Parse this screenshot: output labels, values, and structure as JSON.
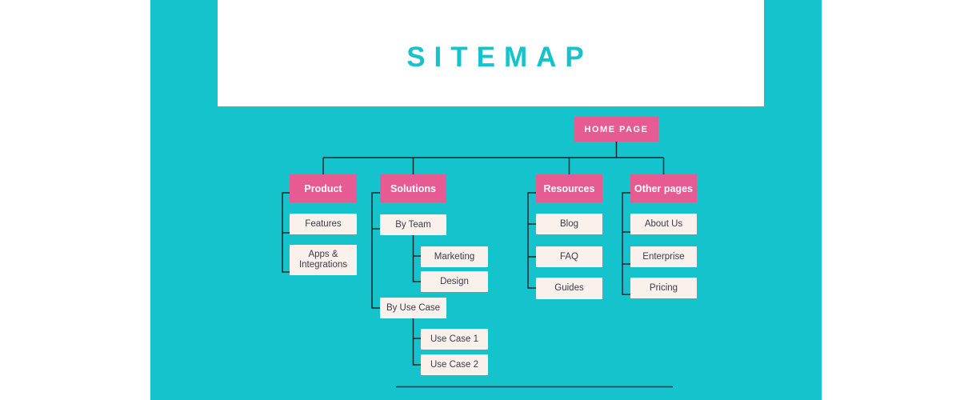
{
  "header": {
    "title": "SITEMAP"
  },
  "sitemap": {
    "root": {
      "label": "HOME PAGE"
    },
    "branches": [
      {
        "label": "Product",
        "children": [
          {
            "label": "Features"
          },
          {
            "label": "Apps & Integrations"
          }
        ]
      },
      {
        "label": "Solutions",
        "children": [
          {
            "label": "By Team",
            "children": [
              {
                "label": "Marketing"
              },
              {
                "label": "Design"
              }
            ]
          },
          {
            "label": "By Use Case",
            "children": [
              {
                "label": "Use Case 1"
              },
              {
                "label": "Use Case 2"
              }
            ]
          }
        ]
      },
      {
        "label": "Resources",
        "children": [
          {
            "label": "Blog"
          },
          {
            "label": "FAQ"
          },
          {
            "label": "Guides"
          }
        ]
      },
      {
        "label": "Other pages",
        "children": [
          {
            "label": "About Us"
          },
          {
            "label": "Enterprise"
          },
          {
            "label": "Pricing"
          }
        ]
      }
    ]
  },
  "colors": {
    "background_teal": "#14c3cb",
    "node_pink": "#e75b93",
    "node_cream": "#faf0ec",
    "node_text_dark": "#3b3b47",
    "title_teal": "#14c3cb",
    "connector_line": "#1c2930"
  }
}
